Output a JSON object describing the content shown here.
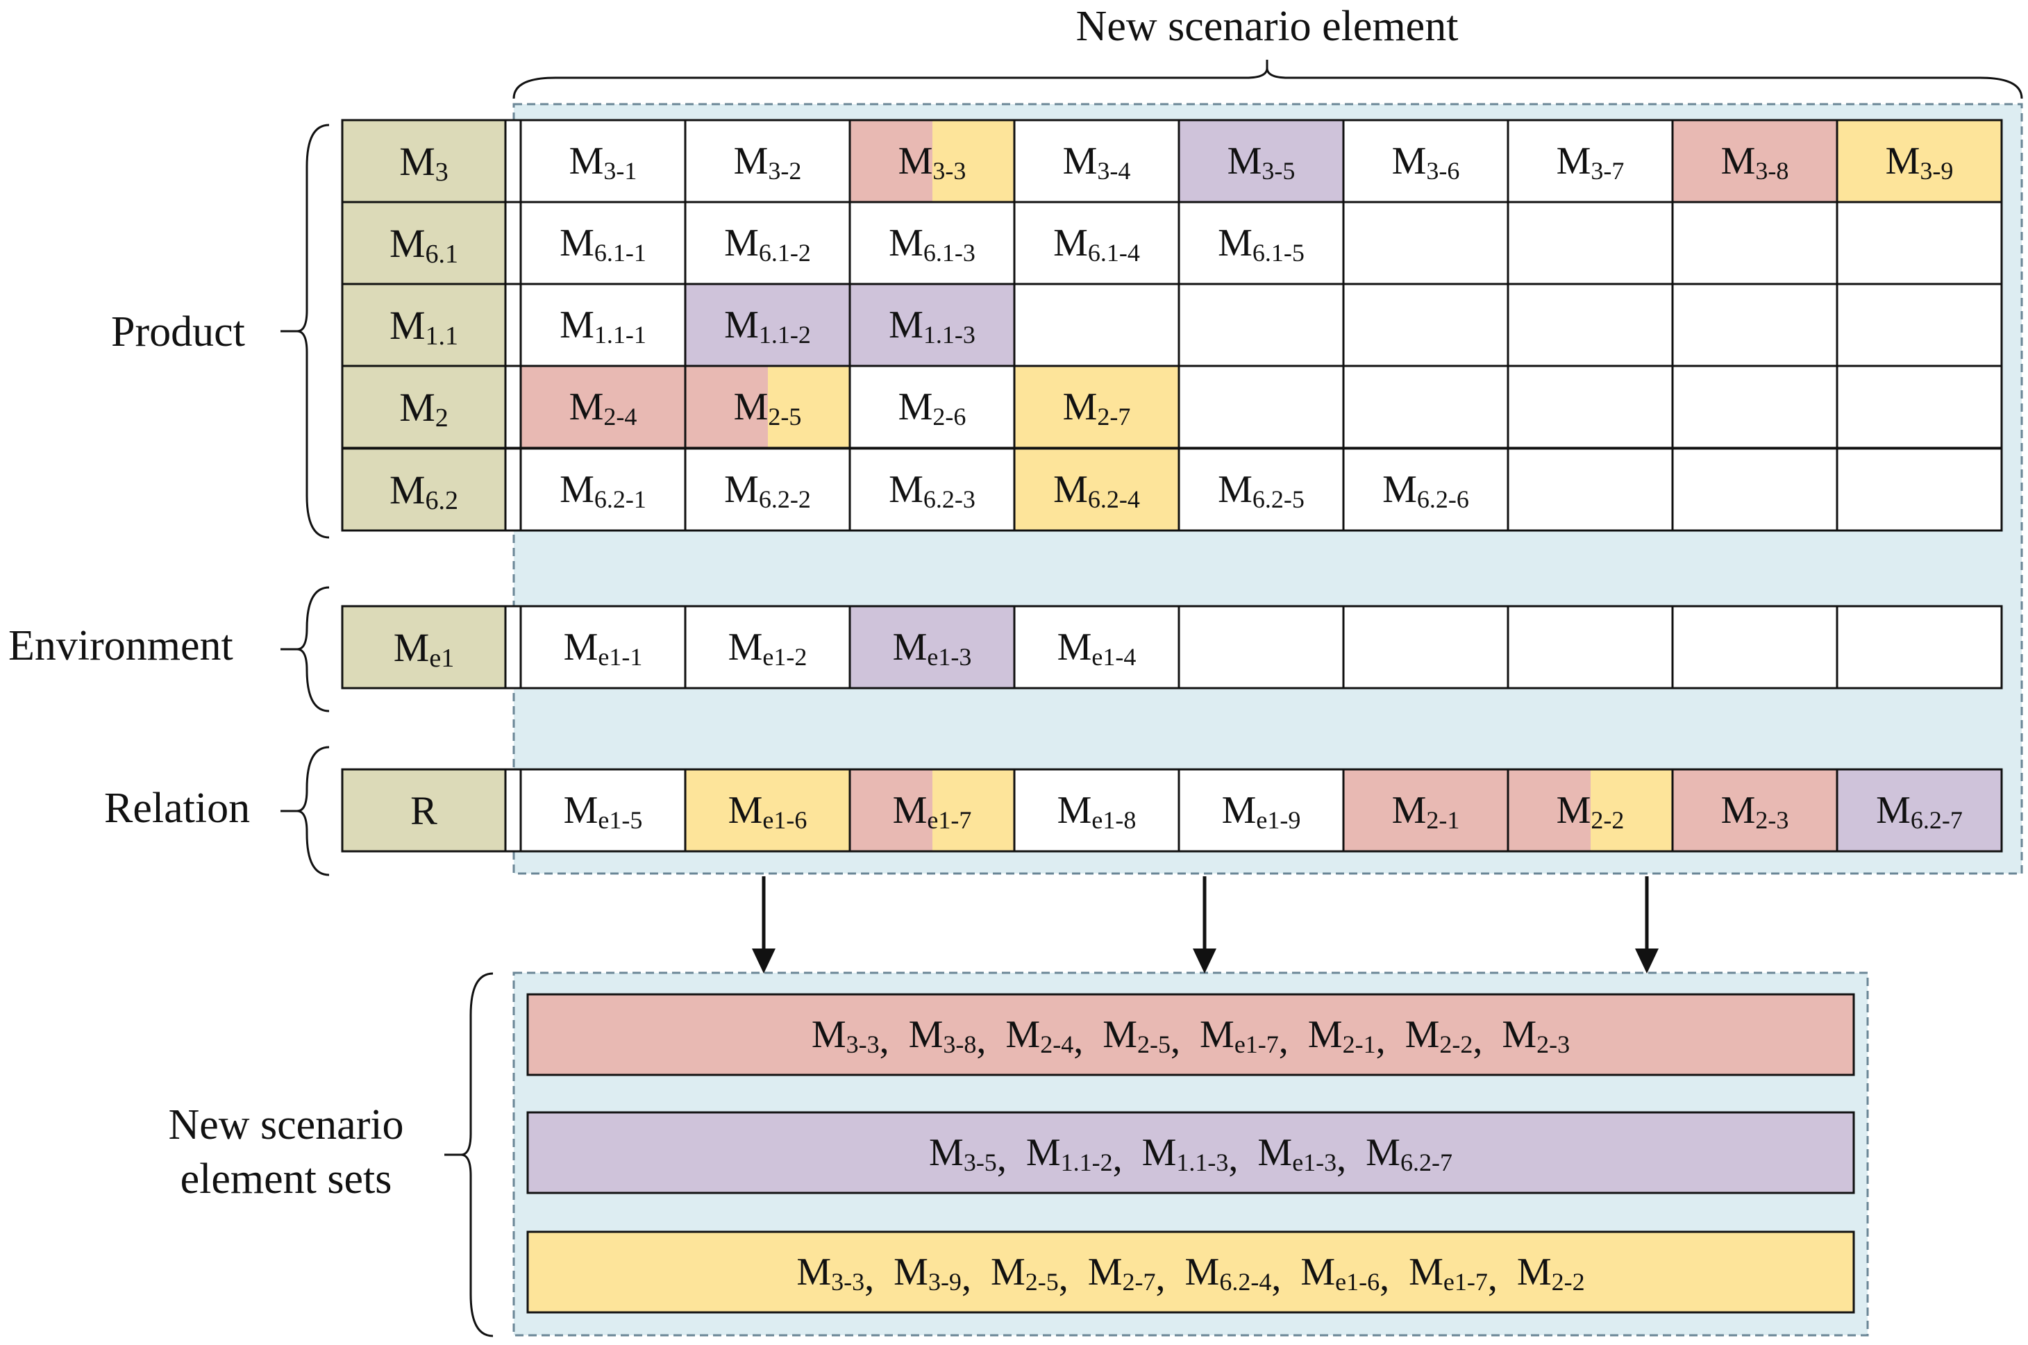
{
  "colors": {
    "red": "#E8B9B3",
    "yellow": "#FDE49A",
    "purple": "#CFC3DA",
    "label": "#DCDAB8",
    "panel": "#DDEDF2",
    "white": "#FFFFFF"
  },
  "title": "New scenario element",
  "groups": {
    "product": "Product",
    "environment": "Environment",
    "relation": "Relation",
    "sets": [
      "New scenario",
      "element sets"
    ]
  },
  "rows": [
    {
      "label": {
        "main": "M",
        "sub": "3"
      },
      "cells": [
        {
          "main": "M",
          "sub": "3-1",
          "fill": [
            "white"
          ]
        },
        {
          "main": "M",
          "sub": "3-2",
          "fill": [
            "white"
          ]
        },
        {
          "main": "M",
          "sub": "3-3",
          "fill": [
            "red",
            "yellow"
          ]
        },
        {
          "main": "M",
          "sub": "3-4",
          "fill": [
            "white"
          ]
        },
        {
          "main": "M",
          "sub": "3-5",
          "fill": [
            "purple"
          ]
        },
        {
          "main": "M",
          "sub": "3-6",
          "fill": [
            "white"
          ]
        },
        {
          "main": "M",
          "sub": "3-7",
          "fill": [
            "white"
          ]
        },
        {
          "main": "M",
          "sub": "3-8",
          "fill": [
            "red"
          ]
        },
        {
          "main": "M",
          "sub": "3-9",
          "fill": [
            "yellow"
          ]
        }
      ]
    },
    {
      "label": {
        "main": "M",
        "sub": "6.1"
      },
      "cells": [
        {
          "main": "M",
          "sub": "6.1-1",
          "fill": [
            "white"
          ]
        },
        {
          "main": "M",
          "sub": "6.1-2",
          "fill": [
            "white"
          ]
        },
        {
          "main": "M",
          "sub": "6.1-3",
          "fill": [
            "white"
          ]
        },
        {
          "main": "M",
          "sub": "6.1-4",
          "fill": [
            "white"
          ]
        },
        {
          "main": "M",
          "sub": "6.1-5",
          "fill": [
            "white"
          ]
        },
        {
          "main": "",
          "sub": "",
          "fill": [
            "white"
          ]
        },
        {
          "main": "",
          "sub": "",
          "fill": [
            "white"
          ]
        },
        {
          "main": "",
          "sub": "",
          "fill": [
            "white"
          ]
        },
        {
          "main": "",
          "sub": "",
          "fill": [
            "white"
          ]
        }
      ]
    },
    {
      "label": {
        "main": "M",
        "sub": "1.1"
      },
      "cells": [
        {
          "main": "M",
          "sub": "1.1-1",
          "fill": [
            "white"
          ]
        },
        {
          "main": "M",
          "sub": "1.1-2",
          "fill": [
            "purple"
          ]
        },
        {
          "main": "M",
          "sub": "1.1-3",
          "fill": [
            "purple"
          ]
        },
        {
          "main": "",
          "sub": "",
          "fill": [
            "white"
          ]
        },
        {
          "main": "",
          "sub": "",
          "fill": [
            "white"
          ]
        },
        {
          "main": "",
          "sub": "",
          "fill": [
            "white"
          ]
        },
        {
          "main": "",
          "sub": "",
          "fill": [
            "white"
          ]
        },
        {
          "main": "",
          "sub": "",
          "fill": [
            "white"
          ]
        },
        {
          "main": "",
          "sub": "",
          "fill": [
            "white"
          ]
        }
      ]
    },
    {
      "label": {
        "main": "M",
        "sub": "2"
      },
      "cells": [
        {
          "main": "M",
          "sub": "2-4",
          "fill": [
            "red"
          ]
        },
        {
          "main": "M",
          "sub": "2-5",
          "fill": [
            "red",
            "yellow"
          ]
        },
        {
          "main": "M",
          "sub": "2-6",
          "fill": [
            "white"
          ]
        },
        {
          "main": "M",
          "sub": "2-7",
          "fill": [
            "yellow"
          ]
        },
        {
          "main": "",
          "sub": "",
          "fill": [
            "white"
          ]
        },
        {
          "main": "",
          "sub": "",
          "fill": [
            "white"
          ]
        },
        {
          "main": "",
          "sub": "",
          "fill": [
            "white"
          ]
        },
        {
          "main": "",
          "sub": "",
          "fill": [
            "white"
          ]
        },
        {
          "main": "",
          "sub": "",
          "fill": [
            "white"
          ]
        }
      ]
    },
    {
      "label": {
        "main": "M",
        "sub": "6.2"
      },
      "cells": [
        {
          "main": "M",
          "sub": "6.2-1",
          "fill": [
            "white"
          ]
        },
        {
          "main": "M",
          "sub": "6.2-2",
          "fill": [
            "white"
          ]
        },
        {
          "main": "M",
          "sub": "6.2-3",
          "fill": [
            "white"
          ]
        },
        {
          "main": "M",
          "sub": "6.2-4",
          "fill": [
            "yellow"
          ]
        },
        {
          "main": "M",
          "sub": "6.2-5",
          "fill": [
            "white"
          ]
        },
        {
          "main": "M",
          "sub": "6.2-6",
          "fill": [
            "white"
          ]
        },
        {
          "main": "",
          "sub": "",
          "fill": [
            "white"
          ]
        },
        {
          "main": "",
          "sub": "",
          "fill": [
            "white"
          ]
        },
        {
          "main": "",
          "sub": "",
          "fill": [
            "white"
          ]
        }
      ]
    },
    {
      "label": {
        "main": "M",
        "sub": "e1"
      },
      "cells": [
        {
          "main": "M",
          "sub": "e1-1",
          "fill": [
            "white"
          ]
        },
        {
          "main": "M",
          "sub": "e1-2",
          "fill": [
            "white"
          ]
        },
        {
          "main": "M",
          "sub": "e1-3",
          "fill": [
            "purple"
          ]
        },
        {
          "main": "M",
          "sub": "e1-4",
          "fill": [
            "white"
          ]
        },
        {
          "main": "",
          "sub": "",
          "fill": [
            "white"
          ]
        },
        {
          "main": "",
          "sub": "",
          "fill": [
            "white"
          ]
        },
        {
          "main": "",
          "sub": "",
          "fill": [
            "white"
          ]
        },
        {
          "main": "",
          "sub": "",
          "fill": [
            "white"
          ]
        },
        {
          "main": "",
          "sub": "",
          "fill": [
            "white"
          ]
        }
      ]
    },
    {
      "label": {
        "main": "R",
        "sub": ""
      },
      "cells": [
        {
          "main": "M",
          "sub": "e1-5",
          "fill": [
            "white"
          ]
        },
        {
          "main": "M",
          "sub": "e1-6",
          "fill": [
            "yellow"
          ]
        },
        {
          "main": "M",
          "sub": "e1-7",
          "fill": [
            "red",
            "yellow"
          ]
        },
        {
          "main": "M",
          "sub": "e1-8",
          "fill": [
            "white"
          ]
        },
        {
          "main": "M",
          "sub": "e1-9",
          "fill": [
            "white"
          ]
        },
        {
          "main": "M",
          "sub": "2-1",
          "fill": [
            "red"
          ]
        },
        {
          "main": "M",
          "sub": "2-2",
          "fill": [
            "red",
            "yellow"
          ]
        },
        {
          "main": "M",
          "sub": "2-3",
          "fill": [
            "red"
          ]
        },
        {
          "main": "M",
          "sub": "6.2-7",
          "fill": [
            "purple"
          ]
        }
      ]
    }
  ],
  "sets": [
    {
      "color": "red",
      "items": [
        {
          "main": "M",
          "sub": "3-3"
        },
        {
          "main": "M",
          "sub": "3-8"
        },
        {
          "main": "M",
          "sub": "2-4"
        },
        {
          "main": "M",
          "sub": "2-5"
        },
        {
          "main": "M",
          "sub": "e1-7"
        },
        {
          "main": "M",
          "sub": "2-1"
        },
        {
          "main": "M",
          "sub": "2-2"
        },
        {
          "main": "M",
          "sub": "2-3"
        }
      ]
    },
    {
      "color": "purple",
      "items": [
        {
          "main": "M",
          "sub": "3-5"
        },
        {
          "main": "M",
          "sub": "1.1-2"
        },
        {
          "main": "M",
          "sub": "1.1-3"
        },
        {
          "main": "M",
          "sub": "e1-3"
        },
        {
          "main": "M",
          "sub": "6.2-7"
        }
      ]
    },
    {
      "color": "yellow",
      "items": [
        {
          "main": "M",
          "sub": "3-3"
        },
        {
          "main": "M",
          "sub": "3-9"
        },
        {
          "main": "M",
          "sub": "2-5"
        },
        {
          "main": "M",
          "sub": "2-7"
        },
        {
          "main": "M",
          "sub": "6.2-4"
        },
        {
          "main": "M",
          "sub": "e1-6"
        },
        {
          "main": "M",
          "sub": "e1-7"
        },
        {
          "main": "M",
          "sub": "2-2"
        }
      ]
    }
  ]
}
